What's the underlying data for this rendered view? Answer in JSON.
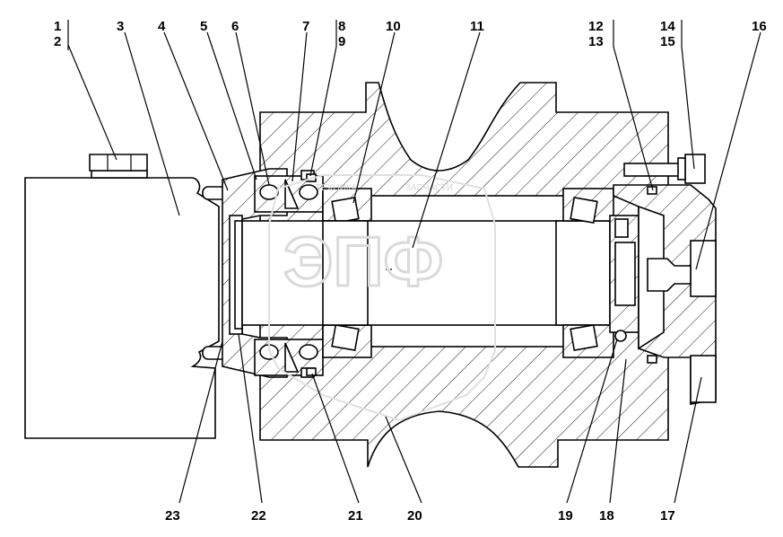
{
  "callouts_top": [
    "1",
    "2",
    "3",
    "4",
    "5",
    "6",
    "7",
    "8",
    "9",
    "10",
    "11",
    "12",
    "13",
    "14",
    "15",
    "16"
  ],
  "callouts_bottom": [
    "23",
    "22",
    "21",
    "20",
    "19",
    "18",
    "17"
  ],
  "watermark": {
    "caption": "ЗАПЧАСТИ",
    "caption_prefix": "ТЕХНИКА",
    "logo": "ЭПФ"
  }
}
